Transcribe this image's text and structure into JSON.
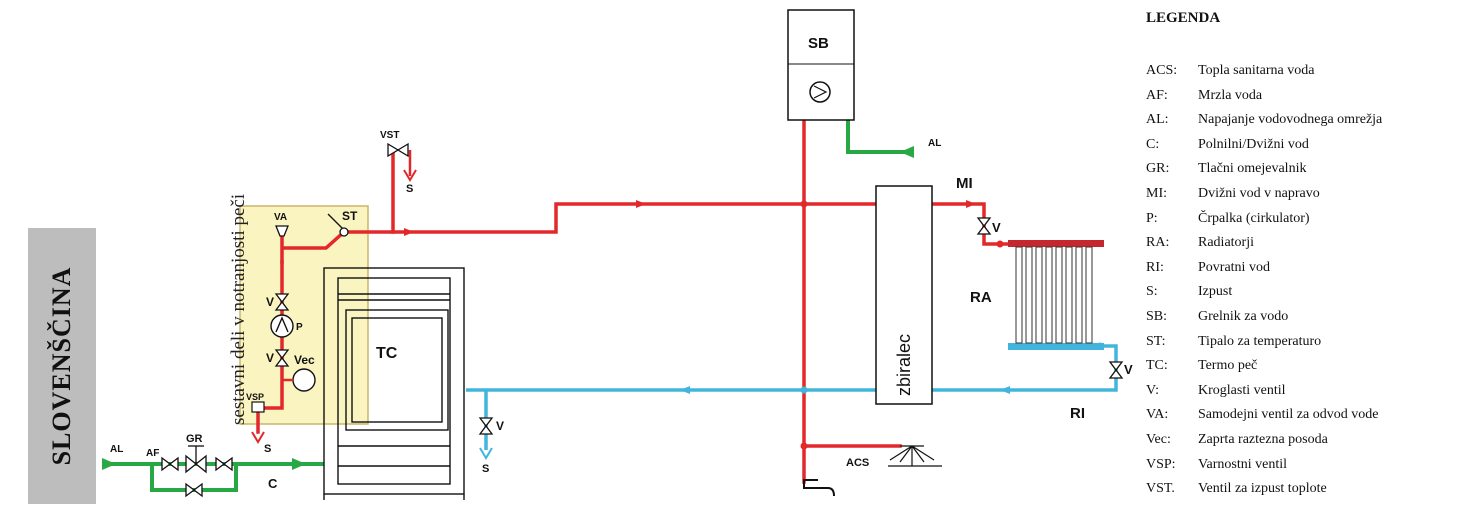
{
  "language_tab": "SLOVENŠČINA",
  "inner_parts_note": "sestavni deli v notranjosti peči",
  "legend": {
    "title": "LEGENDA",
    "items": [
      {
        "code": "ACS:",
        "text": "Topla sanitarna voda"
      },
      {
        "code": "AF:",
        "text": "Mrzla  voda"
      },
      {
        "code": "AL:",
        "text": "Napajanje vodovodnega omrežja"
      },
      {
        "code": "C:",
        "text": "Polnilni/Dvižni vod"
      },
      {
        "code": "GR:",
        "text": "Tlačni omejevalnik"
      },
      {
        "code": "MI:",
        "text": "Dvižni vod v napravo"
      },
      {
        "code": "P:",
        "text": "Črpalka (cirkulator)"
      },
      {
        "code": "RA:",
        "text": "Radiatorji"
      },
      {
        "code": "RI:",
        "text": "Povratni vod"
      },
      {
        "code": "S:",
        "text": "Izpust"
      },
      {
        "code": "SB:",
        "text": "Grelnik za vodo"
      },
      {
        "code": "ST:",
        "text": "Tipalo za temperaturo"
      },
      {
        "code": "TC:",
        "text": "Termo peč"
      },
      {
        "code": "V:",
        "text": "Kroglasti ventil"
      },
      {
        "code": "VA:",
        "text": "Samodejni ventil za odvod vode"
      },
      {
        "code": "Vec:",
        "text": "Zaprta raztezna posoda"
      },
      {
        "code": "VSP:",
        "text": "Varnostni ventil"
      },
      {
        "code": "VST.",
        "text": "Ventil za izpust toplote"
      }
    ]
  },
  "labels": {
    "sb": "SB",
    "al_top": "AL",
    "al_bottom": "AL",
    "af": "AF",
    "gr": "GR",
    "c": "C",
    "vst": "VST",
    "s_vst": "S",
    "va": "VA",
    "st": "ST",
    "v_upper": "V",
    "p": "P",
    "v_lower": "V",
    "vec": "Vec",
    "vsp": "VSP",
    "s_vsp": "S",
    "tc": "TC",
    "v_return": "V",
    "s_return": "S",
    "zbiralec": "zbiralec",
    "mi": "MI",
    "v_mi": "V",
    "ra": "RA",
    "v_ri": "V",
    "ri": "RI",
    "acs": "ACS"
  },
  "colors": {
    "flow": "#e3282c",
    "return": "#41b5dc",
    "supply": "#27a844",
    "panel": "#faf4c0",
    "panel_border": "#c9b56a",
    "outline": "#111111"
  }
}
